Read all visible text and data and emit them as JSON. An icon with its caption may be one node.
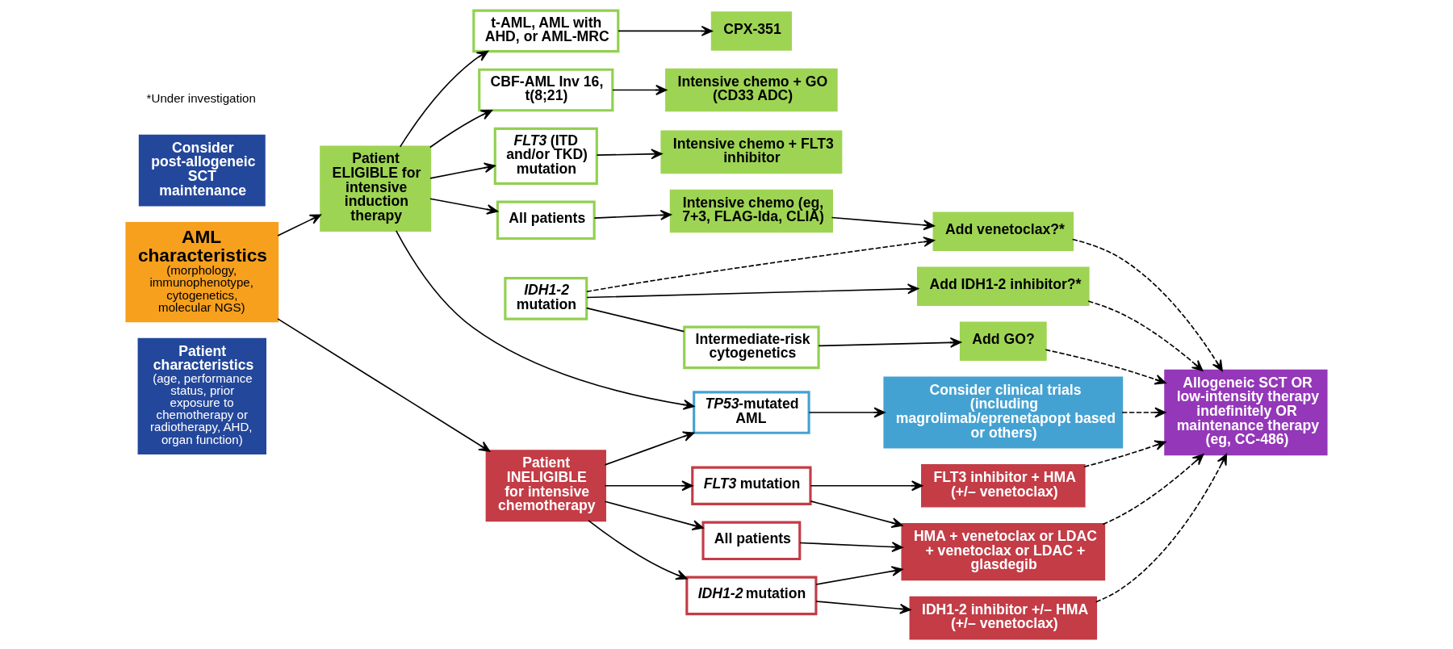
{
  "diagram": {
    "nodes": [
      {
        "text": [
          "Patient characteristics",
          "(age, performance status, prior exposure to chemotherapy or radiotherapy, AHD, organ function)"
        ]
      },
      {
        "text": [
          "AML characteristics",
          "(morphology, immunophenotype, cytogenetics, molecular NGS)"
        ]
      },
      {
        "text": [
          "Patient ELIGIBLE for intensive induction therapy"
        ]
      },
      {
        "text": [
          "Patient INELIGIBLE for intensive chemotherapy"
        ]
      },
      {
        "text": [
          "CBF-AML Inv 16, t(8;21)"
        ]
      },
      {
        "text": [
          "*FLT3* (ITD and/or TKD) mutation"
        ]
      },
      {
        "text": [
          "All patients"
        ]
      },
      {
        "text": [
          "t-AML, AML with AHD, or AML-MRC"
        ]
      },
      {
        "text": [
          "*TP53*-mutated AML"
        ]
      },
      {
        "text": [
          "Intensive chemo + GO (CD33 ADC)"
        ]
      },
      {
        "text": [
          "Intensive chemo + FLT3 inhibitor"
        ]
      },
      {
        "text": [
          "Intensive chemo (eg, 7+3, FLAG-Ida, CLIA)"
        ]
      },
      {
        "text": [
          "CPX-351"
        ]
      },
      {
        "text": [
          "Consider clinical trials (including magrolimab/eprenetapopt based or others)"
        ]
      },
      {
        "text": [
          "*IDH1-2* mutation"
        ]
      },
      {
        "text": [
          "Intermediate-risk cytogenetics"
        ]
      },
      {
        "text": [
          "Add IDH1-2 inhibitor?*"
        ]
      },
      {
        "text": [
          "Add venetoclax?*"
        ]
      },
      {
        "text": [
          "Add GO?"
        ]
      },
      {
        "text": [
          "*IDH1-2* mutation"
        ]
      },
      {
        "text": [
          "All patients"
        ]
      },
      {
        "text": [
          "*FLT3* mutation"
        ]
      },
      {
        "text": [
          "IDH1-2 inhibitor +/– HMA (+/– venetoclax)"
        ]
      },
      {
        "text": [
          "HMA + venetoclax or LDAC + venetoclax or LDAC + glasdegib"
        ]
      },
      {
        "text": [
          "FLT3 inhibitor + HMA (+/– venetoclax)"
        ]
      },
      {
        "text": [
          "Allogeneic SCT OR low-intensity therapy indefinitely OR maintenance therapy (eg, CC-486)"
        ]
      },
      {
        "text": [
          "Consider post-allogeneic SCT maintenance"
        ]
      }
    ],
    "edges": [
      {
        "from": 1,
        "to": 2,
        "arrow": "to"
      },
      {
        "from": 1,
        "to": 3,
        "arrow": "to"
      },
      {
        "from": 2,
        "to": 4,
        "arrow": "to"
      },
      {
        "from": 2,
        "to": 5,
        "arrow": "to"
      },
      {
        "from": 2,
        "to": 6,
        "arrow": "to"
      },
      {
        "from": 2,
        "to": 7,
        "arrow": "to"
      },
      {
        "from": 2,
        "to": 8,
        "arrow": "to"
      },
      {
        "from": 3,
        "to": 8,
        "arrow": "to"
      },
      {
        "from": 3,
        "to": 14,
        "arrow": "to"
      },
      {
        "from": 3,
        "to": 20,
        "arrow": "to"
      },
      {
        "from": 3,
        "to": 21,
        "arrow": "to"
      },
      {
        "from": 4,
        "to": 9,
        "arrow": "to"
      },
      {
        "from": 5,
        "to": 10,
        "arrow": "to"
      },
      {
        "from": 6,
        "to": 11,
        "arrow": "to"
      },
      {
        "from": 7,
        "to": 12,
        "arrow": "to"
      },
      {
        "from": 8,
        "to": 13,
        "arrow": "to"
      },
      {
        "from": 11,
        "to": 17,
        "arrow": "to"
      },
      {
        "from": 19,
        "to": 16,
        "arrow": "to"
      },
      {
        "from": 19,
        "to": 17,
        "arrow": "to",
        "style": "dashed"
      },
      {
        "from": 19,
        "to": 15,
        "arrow": "none"
      },
      {
        "from": 15,
        "to": 18,
        "arrow": "to"
      },
      {
        "from": 14,
        "to": 22,
        "arrow": "to"
      },
      {
        "from": 14,
        "to": 23,
        "arrow": "to"
      },
      {
        "from": 20,
        "to": 23,
        "arrow": "to"
      },
      {
        "from": 21,
        "to": 23,
        "arrow": "to"
      },
      {
        "from": 21,
        "to": 24,
        "arrow": "to"
      },
      {
        "from": 16,
        "to": 25,
        "arrow": "to",
        "style": "dashed"
      },
      {
        "from": 17,
        "to": 25,
        "arrow": "to",
        "style": "dashed"
      },
      {
        "from": 18,
        "to": 25,
        "arrow": "to",
        "style": "dashed"
      },
      {
        "from": 13,
        "to": 25,
        "arrow": "to",
        "style": "dashed"
      },
      {
        "from": 22,
        "to": 25,
        "arrow": "to",
        "style": "dashed"
      },
      {
        "from": 23,
        "to": 25,
        "arrow": "to",
        "style": "dashed"
      },
      {
        "from": 24,
        "to": 25,
        "arrow": "to",
        "style": "dashed"
      }
    ],
    "labels": [
      "*Under investigation"
    ]
  }
}
